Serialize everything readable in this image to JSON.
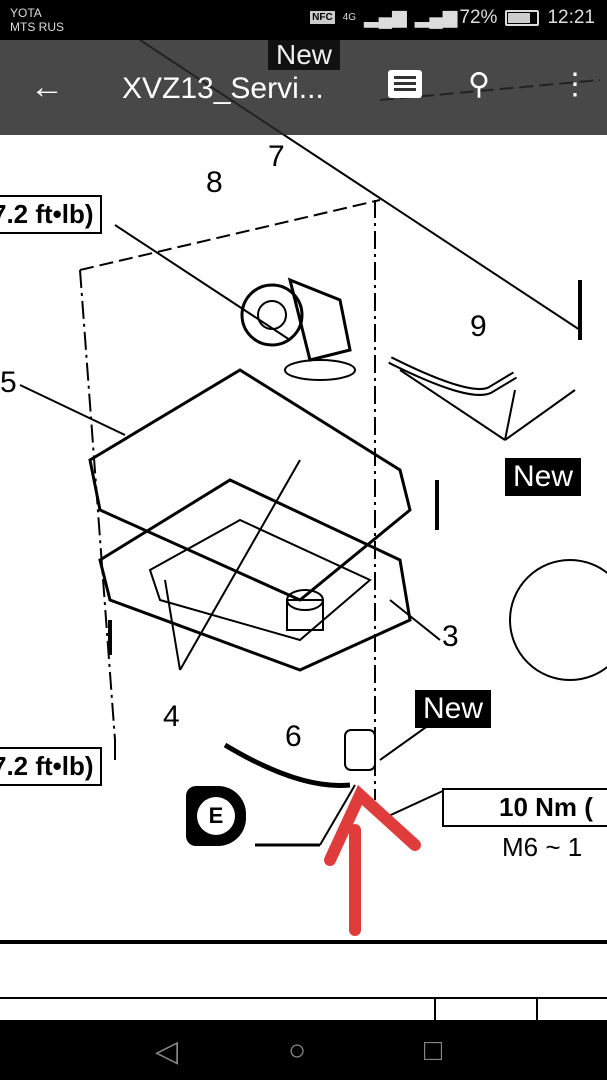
{
  "status_bar": {
    "carrier1": "YOTA",
    "carrier2": "MTS RUS",
    "nfc": "NFC",
    "network": "4G",
    "battery_percent": "72%",
    "battery_level": 0.72,
    "time": "12:21"
  },
  "toolbar": {
    "title": "XVZ13_Servi...",
    "back_icon": "arrow-left",
    "comments_icon": "comment",
    "search_icon": "search",
    "menu_icon": "more-vert"
  },
  "diagram": {
    "torque_top": "7.2 ft•lb)",
    "torque_bottom": "7.2 ft•lb)",
    "parts": [
      "8",
      "7",
      "5",
      "9",
      "3",
      "4",
      "6"
    ],
    "new_top": "New",
    "new_right": "New",
    "new_bottom": "New",
    "torque_right": "10 Nm (",
    "bolt_spec": "M6 ~ 1",
    "sealant": "E"
  }
}
